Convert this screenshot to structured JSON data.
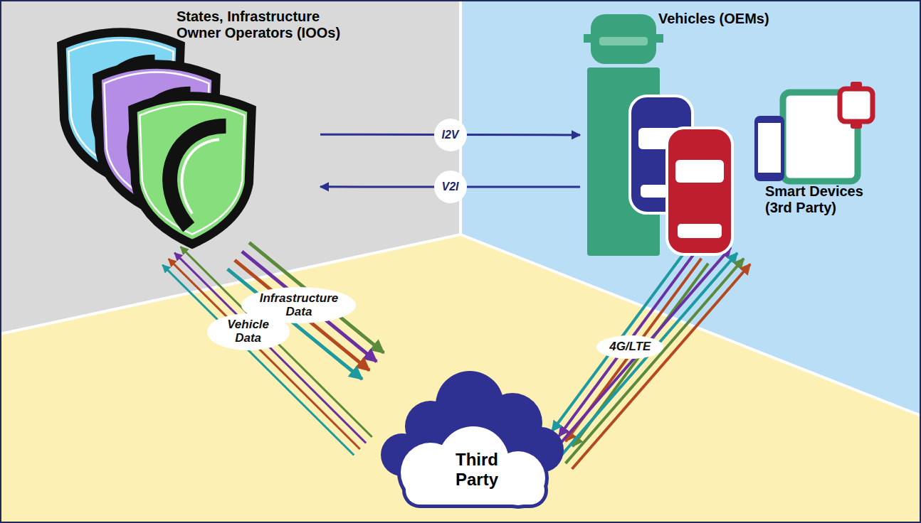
{
  "diagram": {
    "nodes": [
      {
        "text": [
          "States, Infrastructure Owner Operators (IOOs)"
        ]
      },
      {
        "text": [
          "Vehicles (OEMs)"
        ]
      },
      {
        "text": [
          "Smart Devices (3rd Party)"
        ]
      },
      {
        "text": [
          "Third Party"
        ]
      }
    ],
    "edges": [
      {
        "from": 0,
        "to": 1,
        "label": "I2V",
        "arrow": "to"
      },
      {
        "from": 1,
        "to": 0,
        "label": "V2I",
        "arrow": "to"
      },
      {
        "from": 0,
        "to": 3,
        "label": "Infrastructure Data",
        "arrow": "to"
      },
      {
        "from": 3,
        "to": 0,
        "label": "Vehicle Data",
        "arrow": "to"
      },
      {
        "from": 1,
        "to": 3,
        "label": "4G/LTE",
        "arrow": "to"
      },
      {
        "from": 3,
        "to": 1,
        "arrow": "to"
      }
    ]
  }
}
